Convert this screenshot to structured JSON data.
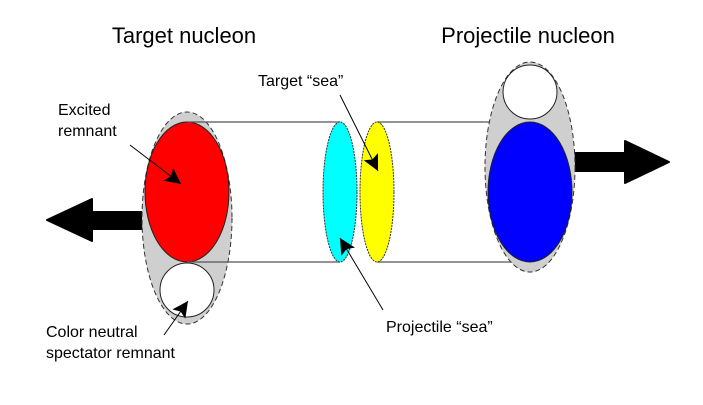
{
  "titles": {
    "target": "Target nucleon",
    "projectile": "Projectile nucleon"
  },
  "labels": {
    "excited_line1": "Excited",
    "excited_line2": "remnant",
    "spectator_line1": "Color neutral",
    "spectator_line2": "spectator remnant",
    "target_sea": "Target “sea”",
    "projectile_sea": "Projectile “sea”"
  },
  "colors": {
    "excited_remnant": "#ff0000",
    "projectile_core": "#0000ff",
    "target_sea": "#ffff00",
    "projectile_sea": "#00ffff",
    "nucleon_envelope": "#cfcfcf",
    "spectator": "#ffffff",
    "arrow": "#000000"
  },
  "directions": {
    "target_motion": "left-arrow",
    "projectile_motion": "right-arrow"
  }
}
